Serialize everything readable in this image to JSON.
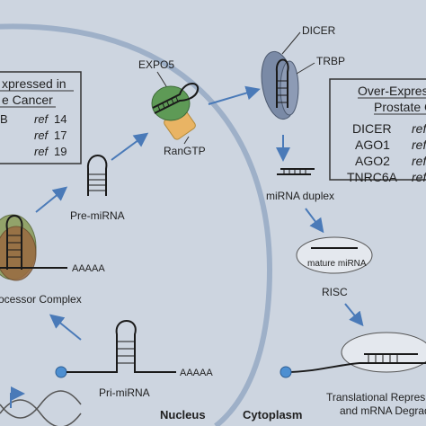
{
  "left_box": {
    "title_line1": "xpressed in",
    "title_line2": "e Cancer",
    "rows": [
      {
        "gene": "B",
        "ref": "ref",
        "num": "14"
      },
      {
        "gene": "",
        "ref": "ref",
        "num": "17"
      },
      {
        "gene": "",
        "ref": "ref",
        "num": "19"
      }
    ]
  },
  "right_box": {
    "title_line1": "Over-Express",
    "title_line2": "Prostate C",
    "rows": [
      {
        "gene": "DICER",
        "ref": "ref"
      },
      {
        "gene": "AGO1",
        "ref": "ref"
      },
      {
        "gene": "AGO2",
        "ref": "ref"
      },
      {
        "gene": "TNRC6A",
        "ref": "ref"
      }
    ]
  },
  "labels": {
    "expo5": "EXPO5",
    "rangtp": "RanGTP",
    "dicer": "DICER",
    "trbp": "TRBP",
    "pre_mirna": "Pre-miRNA",
    "mirna_duplex": "miRNA duplex",
    "mature_mirna": "mature miRNA",
    "risc": "RISC",
    "microprocessor": "ocessor Complex",
    "aaaaa_top": "AAAAA",
    "aaaaa_bottom": "AAAAA",
    "pri_mirna": "Pri-miRNA",
    "nucleus": "Nucleus",
    "cytoplasm": "Cytoplasm",
    "translational_line1": "Translational Repres",
    "translational_line2": "and mRNA Degrad"
  },
  "colors": {
    "background": "#cdd5e0",
    "arrow": "#4a7ab8",
    "membrane": "#9eb0c8",
    "expo5": "#5e9a56",
    "rangtp": "#e9b464",
    "dicer": "#7a8aa6",
    "microprocessor_brown": "#9a6a40",
    "microprocessor_green": "#8c9e5e",
    "node": "#4d8fd1"
  }
}
